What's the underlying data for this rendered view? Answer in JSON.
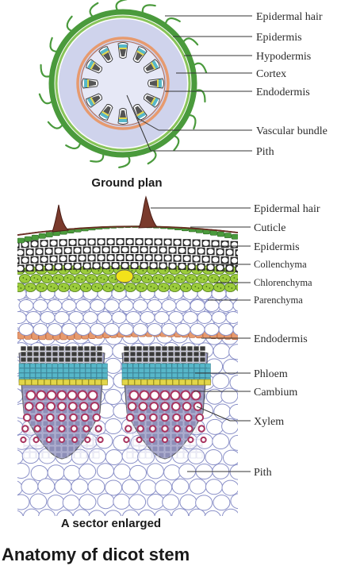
{
  "ground_plan": {
    "caption": "Ground plan",
    "labels": [
      "Epidermal hair",
      "Epidermis",
      "Hypodermis",
      "Cortex",
      "Endodermis",
      "Vascular bundle",
      "Pith"
    ]
  },
  "sector": {
    "caption": "A sector enlarged",
    "labels": [
      "Epidermal hair",
      "Cuticle",
      "Epidermis",
      "Collenchyma",
      "Chlorenchyma",
      "Parenchyma",
      "Endodermis",
      "Phloem",
      "Cambium",
      "Xylem",
      "Pith"
    ]
  },
  "figure_title": "Anatomy of dicot stem",
  "colors": {
    "epidermis": "#4a9a3c",
    "cortex_fill": "#cfd3ec",
    "endodermis": "#e79a6e",
    "chlorenchyma": "#9ccc3c",
    "phloem": "#57b7c9",
    "cambium": "#e2d64a",
    "xylem_tissue": "#8e8fb8",
    "xylem_vessel": "#a8345f",
    "pith_outline": "#8a90c8",
    "hair": "#6b2e24"
  }
}
